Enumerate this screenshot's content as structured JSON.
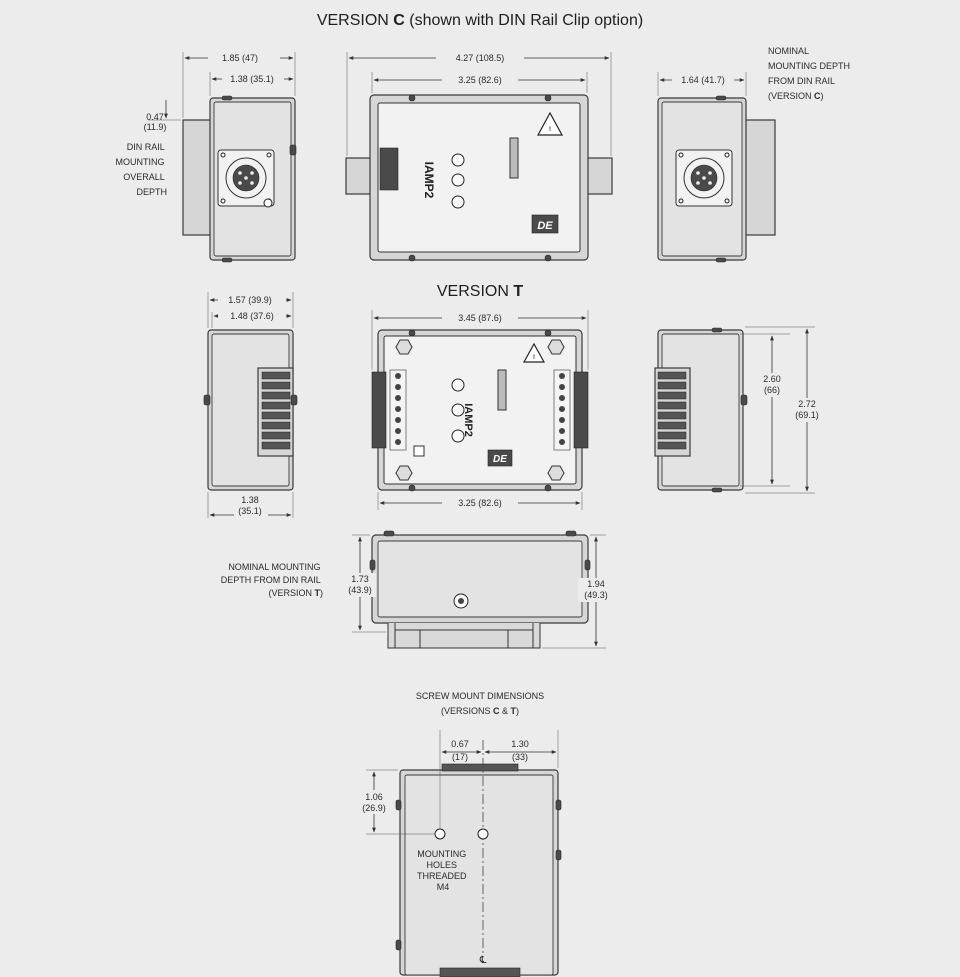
{
  "titles": {
    "version_c_prefix": "VERSION ",
    "version_c_letter": "C",
    "version_c_suffix": " (shown with DIN Rail Clip option)",
    "version_t_prefix": "VERSION ",
    "version_t_letter": "T"
  },
  "dims_c": {
    "side_overall": "1.85  (47)",
    "side_body": "1.38  (35.1)",
    "top_overall": "4.27  (108.5)",
    "top_body": "3.25  (82.6)",
    "right_side": "1.64  (41.7)",
    "clip_depth_in": "0.47",
    "clip_depth_mm": "(11.9)"
  },
  "notes_c": {
    "din_rail_depth": [
      "DIN RAIL",
      "MOUNTING",
      "OVERALL",
      "DEPTH"
    ],
    "nominal_mount": [
      "NOMINAL",
      "MOUNTING DEPTH",
      "FROM DIN RAIL",
      "(VERSION "
    ],
    "nominal_mount_letter": "C",
    "nominal_mount_close": ")"
  },
  "dims_t": {
    "side_overall": "1.57  (39.9)",
    "side_body": "1.48  (37.6)",
    "side_bottom_in": "1.38",
    "side_bottom_mm": "(35.1)",
    "top_width": "3.45  (87.6)",
    "bottom_width": "3.25  (82.6)",
    "height_body_in": "2.60",
    "height_body_mm": "(66)",
    "height_overall_in": "2.72",
    "height_overall_mm": "(69.1)"
  },
  "front_view": {
    "note": [
      "NOMINAL MOUNTING",
      "DEPTH FROM DIN RAIL",
      "(VERSION "
    ],
    "note_letter": "T",
    "note_close": ")",
    "left_in": "1.73",
    "left_mm": "(43.9)",
    "right_in": "1.94",
    "right_mm": "(49.3)"
  },
  "screw_mount": {
    "title": "SCREW MOUNT DIMENSIONS",
    "subtitle_prefix": "(VERSIONS ",
    "subtitle_c": "C",
    "subtitle_amp": " & ",
    "subtitle_t": "T",
    "subtitle_close": ")",
    "offset_a_in": "0.67",
    "offset_a_mm": "(17)",
    "offset_b_in": "1.30",
    "offset_b_mm": "(33)",
    "vertical_in": "1.06",
    "vertical_mm": "(26.9)",
    "holes_note": [
      "MOUNTING",
      "HOLES",
      "THREADED",
      "M4"
    ],
    "centerline_symbol": "℄"
  },
  "product_label": {
    "name": "IAMP2",
    "brand": "DE"
  }
}
